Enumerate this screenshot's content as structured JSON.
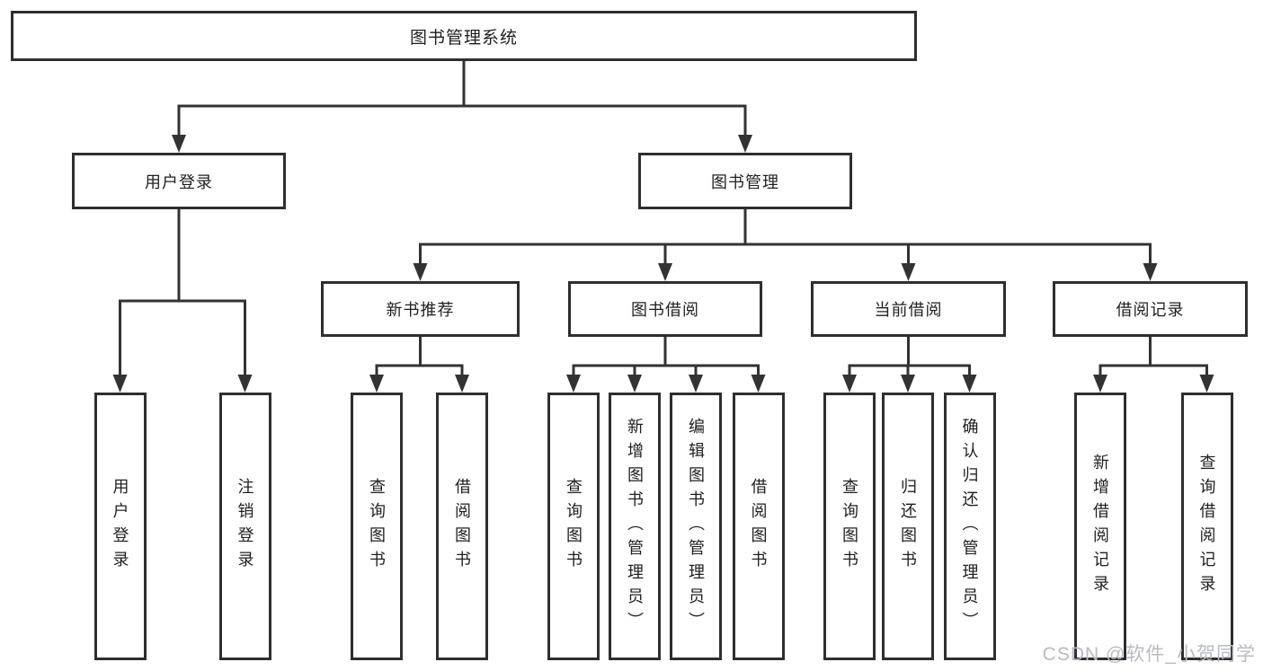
{
  "diagram": {
    "root": {
      "label": "图书管理系统"
    },
    "level2": [
      {
        "label": "用户登录"
      },
      {
        "label": "图书管理"
      }
    ],
    "level3": [
      {
        "label": "新书推荐",
        "parent": "图书管理"
      },
      {
        "label": "图书借阅",
        "parent": "图书管理"
      },
      {
        "label": "当前借阅",
        "parent": "图书管理"
      },
      {
        "label": "借阅记录",
        "parent": "图书管理"
      }
    ],
    "leaves": [
      {
        "label": "用户登录",
        "parent": "用户登录"
      },
      {
        "label": "注销登录",
        "parent": "用户登录"
      },
      {
        "label": "查询图书",
        "parent": "新书推荐"
      },
      {
        "label": "借阅图书",
        "parent": "新书推荐"
      },
      {
        "label": "查询图书",
        "parent": "图书借阅"
      },
      {
        "label": "新增图书（管理员）",
        "parent": "图书借阅"
      },
      {
        "label": "编辑图书（管理员）",
        "parent": "图书借阅"
      },
      {
        "label": "借阅图书",
        "parent": "图书借阅"
      },
      {
        "label": "查询图书",
        "parent": "当前借阅"
      },
      {
        "label": "归还图书",
        "parent": "当前借阅"
      },
      {
        "label": "确认归还（管理员）",
        "parent": "当前借阅"
      },
      {
        "label": "新增借阅记录",
        "parent": "借阅记录"
      },
      {
        "label": "查询借阅记录",
        "parent": "借阅记录"
      }
    ],
    "watermark": "CSDN @软件_小贺同学",
    "colors": {
      "line": "#333333",
      "box_border": "#2e2e2e",
      "text": "#1f1f1f",
      "watermark": "#b7bbc3",
      "background": "#ffffff"
    }
  }
}
